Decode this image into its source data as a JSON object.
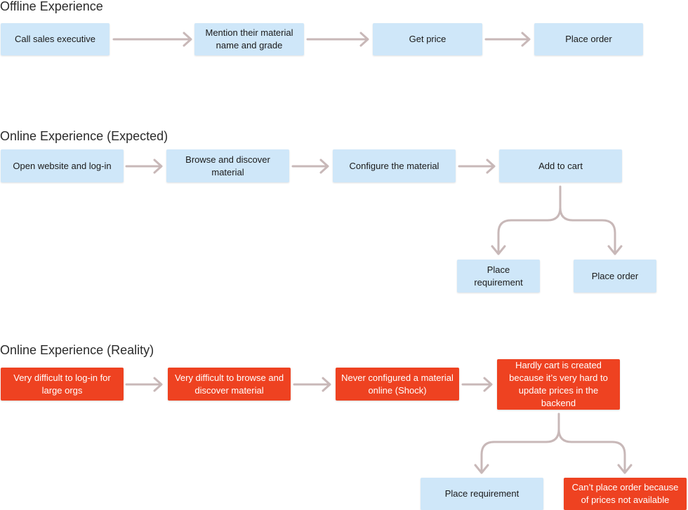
{
  "offline": {
    "title": "Offline Experience",
    "steps": [
      "Call sales executive",
      "Mention their material name and grade",
      "Get price",
      "Place order"
    ]
  },
  "online_expected": {
    "title": "Online Experience (Expected)",
    "steps": [
      "Open website and log-in",
      "Browse and discover material",
      "Configure the material",
      "Add to cart"
    ],
    "branches": [
      "Place requirement",
      "Place order"
    ]
  },
  "online_reality": {
    "title": "Online Experience (Reality)",
    "steps": [
      "Very difficult to log-in for large orgs",
      "Very difficult to browse and discover material",
      "Never configured a material online (Shock)",
      "Hardly cart is created because it’s very hard to update prices in the backend"
    ],
    "branches": [
      "Place requirement",
      "Can’t place order because of prices not available"
    ]
  },
  "colors": {
    "expected_box": "#cfe7f9",
    "reality_box": "#ee4221",
    "connector": "#c8b8b8"
  }
}
